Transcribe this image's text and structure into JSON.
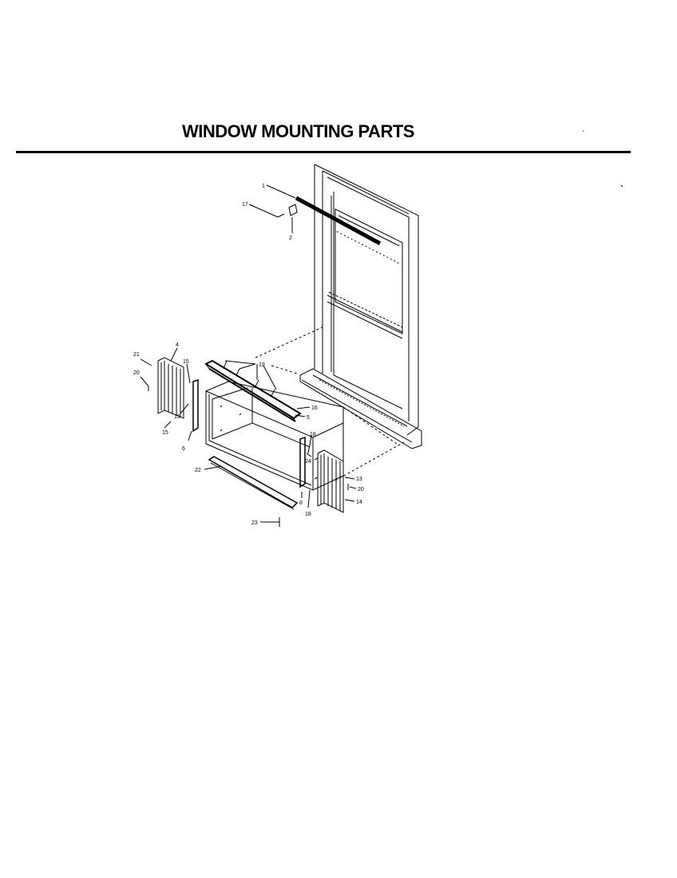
{
  "page": {
    "title": "WINDOW MOUNTING PARTS"
  },
  "callouts": {
    "c1": "1",
    "c17": "17",
    "c2": "2",
    "c4": "4",
    "c21a": "21",
    "c20a": "20",
    "c15a": "15",
    "c15b": "15",
    "c15c": "15",
    "c6": "6",
    "c19": "19",
    "c16": "16",
    "c5": "5",
    "c18a": "18",
    "c24": "24",
    "c8": "8",
    "c18b": "18",
    "c13": "13",
    "c20b": "20",
    "c14": "14",
    "c22": "22",
    "c23": "23"
  }
}
